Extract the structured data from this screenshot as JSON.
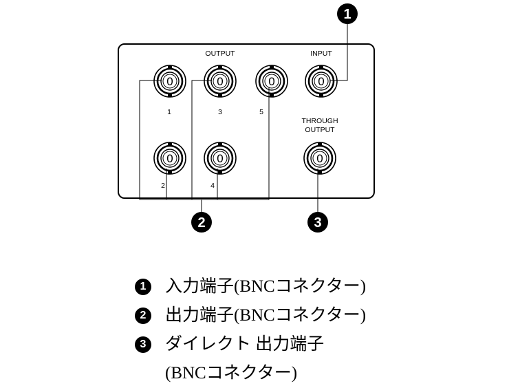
{
  "panel": {
    "output_label": "OUTPUT",
    "input_label": "INPUT",
    "through_output_line1": "THROUGH",
    "through_output_line2": "OUTPUT",
    "connector_glyph": "0"
  },
  "connectors": {
    "out1": "1",
    "out2": "2",
    "out3": "3",
    "out4": "4",
    "out5": "5"
  },
  "callouts": {
    "c1": "1",
    "c2": "2",
    "c3": "3"
  },
  "legend": [
    {
      "badge": "1",
      "text": "入力端子(BNCコネクター)"
    },
    {
      "badge": "2",
      "text": "出力端子(BNCコネクター)"
    },
    {
      "badge": "3",
      "text": "ダイレクト 出力端子"
    },
    {
      "badge": "",
      "text": "(BNCコネクター)"
    }
  ]
}
